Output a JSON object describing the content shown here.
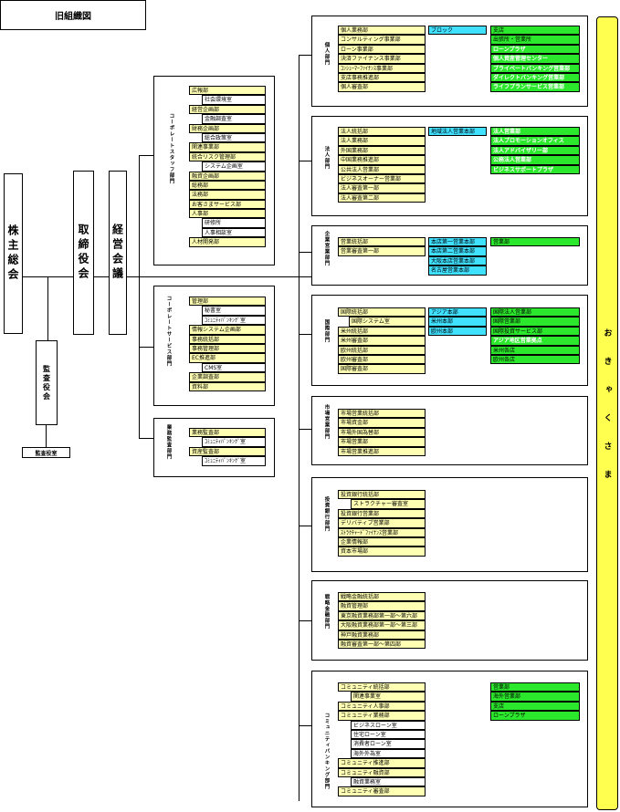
{
  "title": "旧組織図",
  "top": {
    "shareholders": "株主総会",
    "board": "取締役会",
    "exec": "経営会議",
    "auditors": "監査役会",
    "auditors_office": "監査役室"
  },
  "corp_staff": {
    "label": "コーポレートスタッフ部門",
    "cells": [
      "広報部",
      "社会環境室",
      "経営企画部",
      "金融調査室",
      "財務企画部",
      "総合政策室",
      "関連事業部",
      "統合リスク管理部",
      "システム企画室",
      "融資企画部",
      "総務部",
      "法務部",
      "お客さまサービス部",
      "人事部",
      "研修所",
      "人事相談室",
      "人材開発部"
    ]
  },
  "corp_service": {
    "label": "コーポレートサービス部門",
    "cells": [
      "管理部",
      "秘書室",
      "ｺﾐｭﾆﾃｨﾊﾞﾝｷﾝｸﾞ室",
      "情報システム企画部",
      "事務統括部",
      "事務管理部",
      "EC推進部",
      "CMS室",
      "企業調査部",
      "資料部"
    ]
  },
  "audit": {
    "label": "業務監査部門",
    "cells": [
      "業務監査部",
      "ｺﾐｭﾆﾃｨﾊﾞﾝｷﾝｸﾞ室",
      "資産監査部",
      "ｺﾐｭﾆﾃｨﾊﾞﾝｷﾝｸﾞ室"
    ]
  },
  "individual": {
    "label": "個人部門",
    "yellow": [
      "個人業務部",
      "コンサルティング事業部",
      "ローン事業部",
      "決済ファイナンス事業部",
      "ｺﾝｼｭｰﾏｰﾌｧｲﾅﾝｽ事業部",
      "支店事務推進部",
      "個人審査部"
    ],
    "cyan": [
      "ブロック"
    ],
    "green": [
      "支店",
      "出張所・営業所",
      "ローンプラザ",
      "個人資産管理センター",
      "プライベートバンキング営業部",
      "ダイレクトバンキング営業部",
      "ライフプランサービス営業部"
    ]
  },
  "corporate": {
    "label": "法人部門",
    "yellow": [
      "法人統括部",
      "法人業務部",
      "外国業務部",
      "中国業務推進部",
      "公共法人営業部",
      "ビジネスオーナー営業部",
      "法人審査第一部",
      "法人審査第二部"
    ],
    "cyan": [
      "地域法人営業本部"
    ],
    "green": [
      "法人営業部",
      "法人プロモーションオフィス",
      "法人アドバイザリー部",
      "公務法人営業部",
      "ビジネスサポートプラザ"
    ]
  },
  "bigbiz": {
    "label": "企業営業部門",
    "yellow": [
      "営業統括部",
      "営業審査第一部"
    ],
    "cyan": [
      "本店第一営業本部",
      "本店第二営業本部",
      "大阪本店営業本部",
      "名古屋営業本部"
    ],
    "green": [
      "営業部"
    ]
  },
  "intl": {
    "label": "国際部門",
    "yellow": [
      "国際統括部",
      "国際システム室",
      "米州統括部",
      "米州審査部",
      "欧州統括部",
      "欧州審査部",
      "国際審査部"
    ],
    "cyan": [
      "アジア本部",
      "米州本部",
      "欧州本部"
    ],
    "green": [
      "国際法人営業部",
      "国際営業部",
      "国際投資サービス部",
      "アジア地区営業拠点",
      "米州各店",
      "欧州各店"
    ]
  },
  "market": {
    "label": "市場営業部門",
    "yellow": [
      "市場営業統括部",
      "市場資金部",
      "市場外国為替部",
      "市場営業部",
      "市場営業推進部"
    ]
  },
  "invest": {
    "label": "投資銀行部門",
    "yellow": [
      "投資銀行統括部",
      "ストラクチャー審査室",
      "投資銀行営業部",
      "デリバティブ営業部",
      "ｽﾄﾗｸﾁｬｰﾄﾞﾌｧｲﾅﾝｽ営業部",
      "企業情報部",
      "資本市場部"
    ]
  },
  "restructure": {
    "label": "戦略金融部門",
    "yellow": [
      "戦略金融統括部",
      "融資管理部",
      "東京融資業務部第一部〜第六部",
      "大阪融資業務部第一部〜第三部",
      "神戸融資業務部",
      "融資審査第一部〜第四部"
    ]
  },
  "community": {
    "label": "コミュニティバンキング部門",
    "yellow": [
      "コミュニティ統括部",
      "関連事業室",
      "コミュニティ人事部",
      "コミュニティ業務部",
      "ビジネスローン室",
      "住宅ローン室",
      "消費者ローン室",
      "海外外為室",
      "コミュニティ推進部",
      "コミュニティ融資部",
      "融資業務室",
      "コミュニティ審査部"
    ],
    "green": [
      "営業部",
      "海外営業部",
      "支店",
      "ローンプラザ"
    ]
  },
  "customer": "おきゃくさま"
}
